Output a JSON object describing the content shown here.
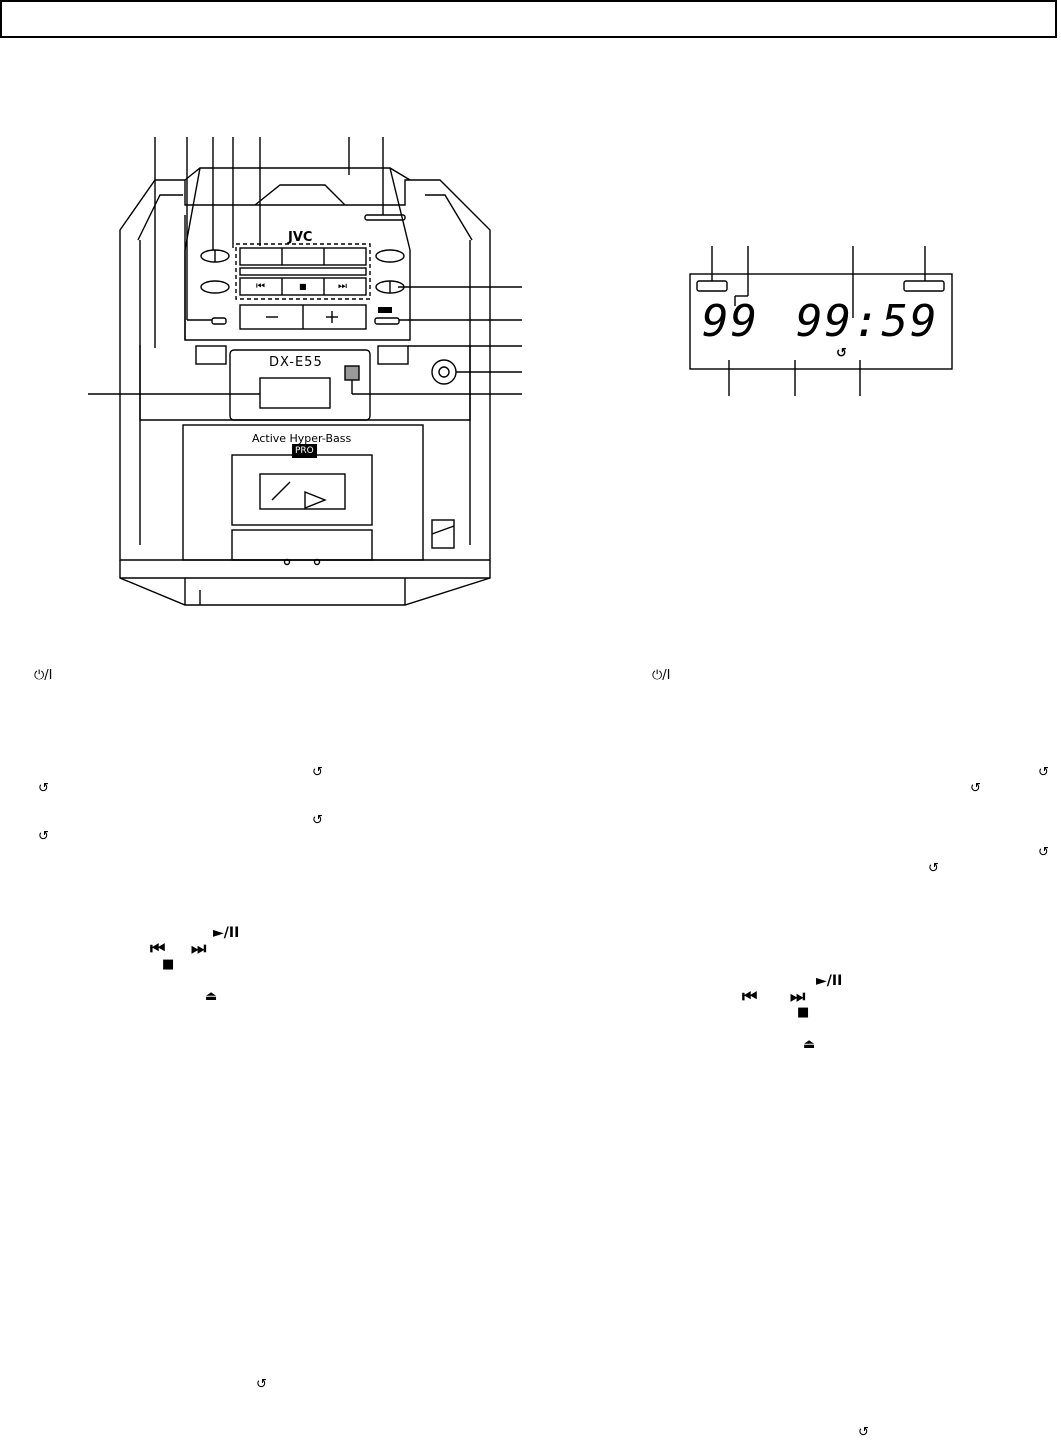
{
  "device": {
    "brand": "JVC",
    "model": "DX-E55",
    "tagline": "Active Hyper-Bass",
    "tagline_badge": "PRO"
  },
  "display": {
    "track_digits": "99",
    "time_digits": "99:59"
  },
  "icons": {
    "power": "⏻/I",
    "repeat": "↺",
    "play_pause": "►/II",
    "prev": "⏮",
    "next": "⏭",
    "stop": "■",
    "eject": "⏏"
  }
}
